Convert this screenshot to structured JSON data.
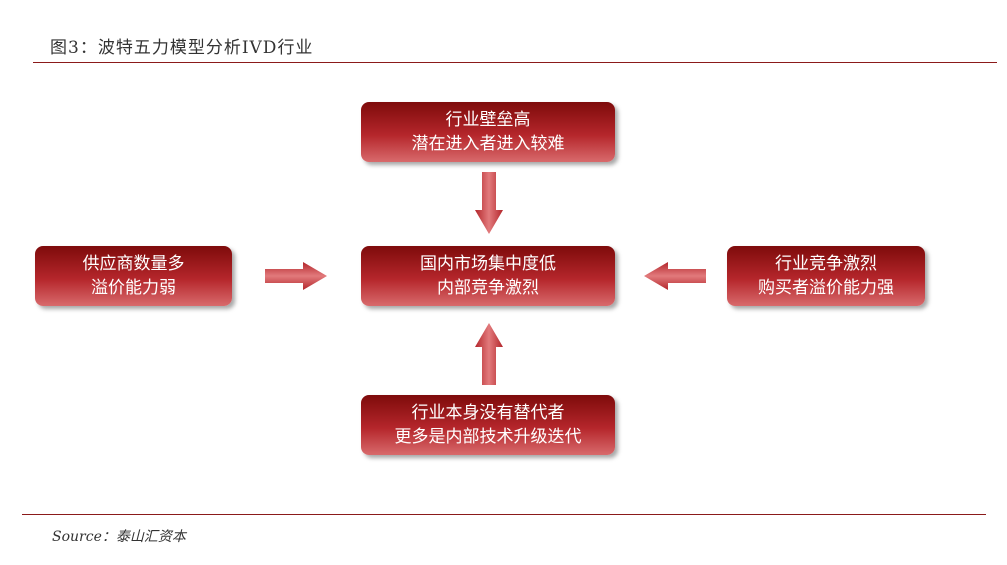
{
  "header": {
    "title": "图3：波特五力模型分析IVD行业"
  },
  "diagram": {
    "top": {
      "line1": "行业壁垒高",
      "line2": "潜在进入者进入较难"
    },
    "center": {
      "line1": "国内市场集中度低",
      "line2": "内部竞争激烈"
    },
    "left": {
      "line1": "供应商数量多",
      "line2": "溢价能力弱"
    },
    "right": {
      "line1": "行业竞争激烈",
      "line2": "购买者溢价能力强"
    },
    "bottom": {
      "line1": "行业本身没有替代者",
      "line2": "更多是内部技术升级迭代"
    },
    "colors": {
      "box_dark": "#7e0b0b",
      "box_mid": "#b5262b",
      "box_light": "#d86a6c",
      "rule": "#8b1a1a"
    }
  },
  "footer": {
    "source": "Source：泰山汇资本"
  }
}
